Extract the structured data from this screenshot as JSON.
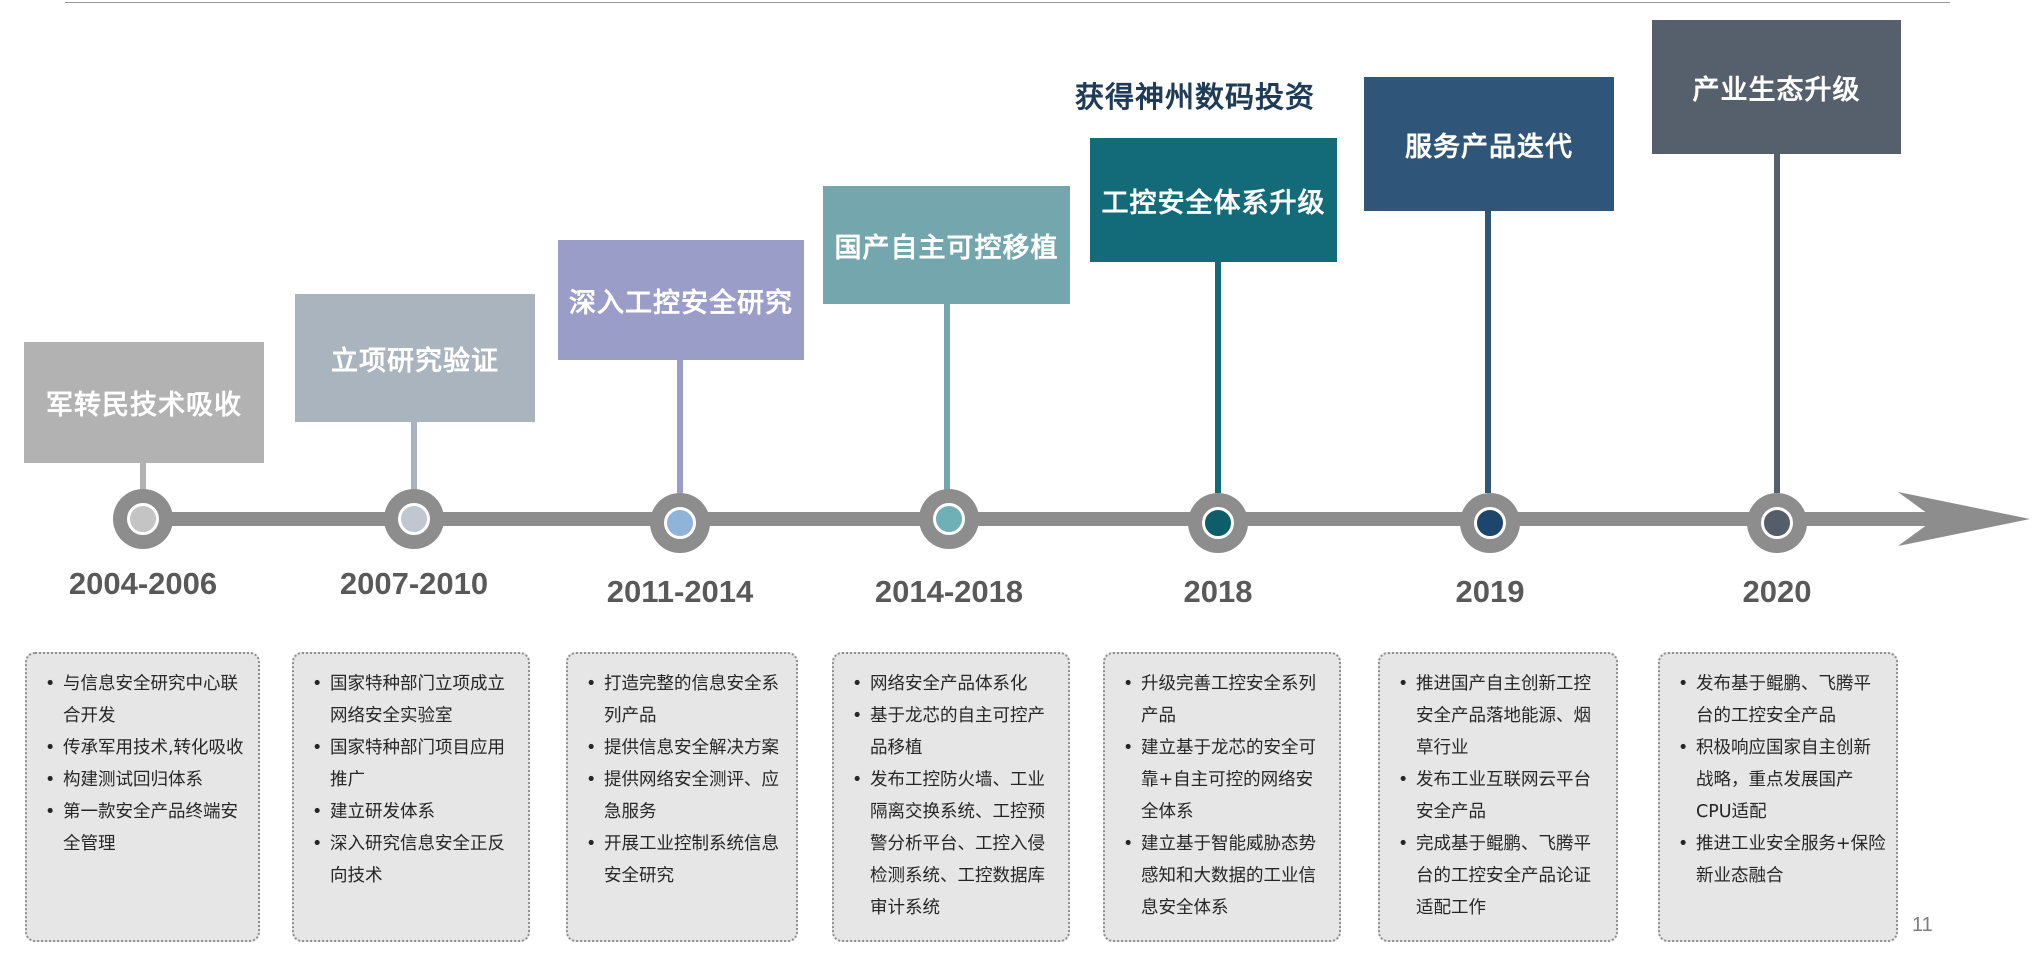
{
  "colors": {
    "axis": "#8d8d8d",
    "stage": [
      "#b2b2b2",
      "#aab4be",
      "#9b9dc9",
      "#74a7ad",
      "#136a78",
      "#2f5579",
      "#56606c"
    ],
    "dot": [
      "#c4c4c4",
      "#c0c7d1",
      "#8fb3d9",
      "#6fb0b6",
      "#0d5d6b",
      "#1e456c",
      "#545e6b"
    ]
  },
  "funding_note": "获得神州数码投资",
  "page_number": "11",
  "milestones": [
    {
      "stage": "军转民技术吸收",
      "period": "2004-2006",
      "details": [
        "与信息安全研究中心联合开发",
        "传承军用技术,转化吸收",
        "构建测试回归体系",
        "第一款安全产品终端安全管理"
      ]
    },
    {
      "stage": "立项研究验证",
      "period": "2007-2010",
      "details": [
        "国家特种部门立项成立网络安全实验室",
        "国家特种部门项目应用推广",
        "建立研发体系",
        "深入研究信息安全正反向技术"
      ]
    },
    {
      "stage": "深入工控安全研究",
      "period": "2011-2014",
      "details": [
        "打造完整的信息安全系列产品",
        "提供信息安全解决方案",
        "提供网络安全测评、应急服务",
        "开展工业控制系统信息安全研究"
      ]
    },
    {
      "stage": "国产自主可控移植",
      "period": "2014-2018",
      "details": [
        "网络安全产品体系化",
        "基于龙芯的自主可控产品移植",
        "发布工控防火墙、工业隔离交换系统、工控预警分析平台、工控入侵检测系统、工控数据库审计系统"
      ]
    },
    {
      "stage": "工控安全体系升级",
      "period": "2018",
      "details": [
        "升级完善工控安全系列产品",
        "建立基于龙芯的安全可靠+自主可控的网络安全体系",
        "建立基于智能威胁态势感知和大数据的工业信息安全体系"
      ]
    },
    {
      "stage": "服务产品迭代",
      "period": "2019",
      "details": [
        "推进国产自主创新工控安全产品落地能源、烟草行业",
        "发布工业互联网云平台安全产品",
        "完成基于鲲鹏、飞腾平台的工控安全产品论证适配工作"
      ]
    },
    {
      "stage": "产业生态升级",
      "period": "2020",
      "details": [
        "发布基于鲲鹏、飞腾平台的工控安全产品",
        "积极响应国家自主创新战略，重点发展国产CPU适配",
        "推进工业安全服务+保险新业态融合"
      ]
    }
  ]
}
